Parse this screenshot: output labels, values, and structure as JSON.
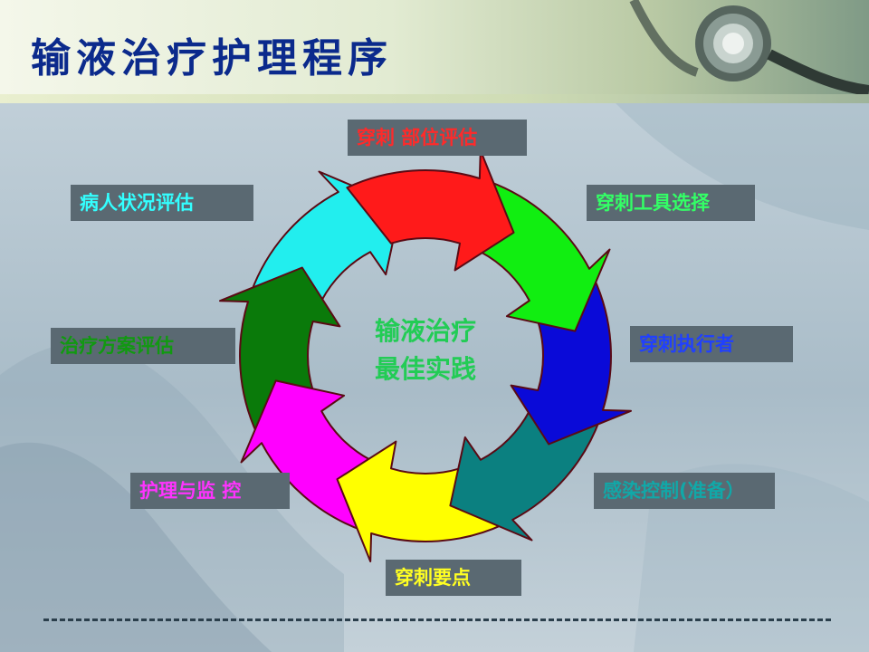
{
  "slide": {
    "title": "输液治疗护理程序"
  },
  "center": {
    "line1": "输液治疗",
    "line2": "最佳实践",
    "color": "#22cc55"
  },
  "steps": [
    {
      "label": "穿刺 部位评估",
      "color": "#ff1a1a",
      "text_color": "#ff2a2a"
    },
    {
      "label": "穿刺工具选择",
      "color": "#11ee11",
      "text_color": "#33ff66"
    },
    {
      "label": "穿刺执行者",
      "color": "#0a0ad8",
      "text_color": "#2040ff"
    },
    {
      "label": "感染控制(准备）",
      "color": "#0b8080",
      "text_color": "#11a8a8"
    },
    {
      "label": "穿刺要点",
      "color": "#ffff00",
      "text_color": "#ffff22"
    },
    {
      "label": "护理与监 控",
      "color": "#ff00ff",
      "text_color": "#ff33ff"
    },
    {
      "label": "治疗方案评估",
      "color": "#0a7a0a",
      "text_color": "#119911"
    },
    {
      "label": "病人状况评估",
      "color": "#22eeee",
      "text_color": "#33ffff"
    }
  ]
}
